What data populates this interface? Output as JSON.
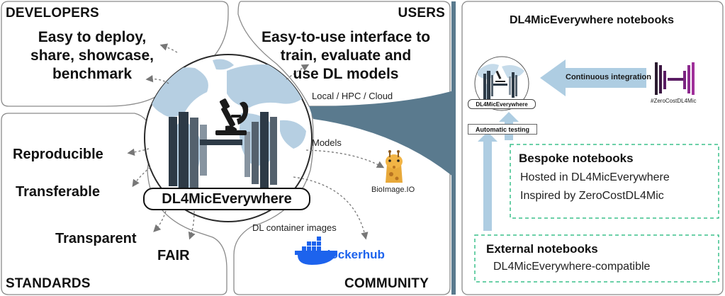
{
  "left_panel": {
    "developers": {
      "heading": "DEVELOPERS",
      "lines": [
        "Easy to deploy,",
        "share, showcase,",
        "benchmark"
      ]
    },
    "users": {
      "heading": "USERS",
      "lines": [
        "Easy-to-use interface to",
        "train, evaluate and",
        "use DL models"
      ],
      "deployment": "Local / HPC / Cloud"
    },
    "standards": {
      "heading": "STANDARDS",
      "items": [
        "Reproducible",
        "Transferable",
        "Transparent",
        "FAIR"
      ]
    },
    "community": {
      "heading": "COMMUNITY",
      "models_label": "Models",
      "bioimage_label": "BioImage.IO",
      "container_label": "DL container images",
      "docker_logo_text": "dockerhub"
    },
    "center_logo": "DL4MicEverywhere"
  },
  "right_panel": {
    "title": "DL4MicEverywhere notebooks",
    "mini_logo": "DL4MicEverywhere",
    "ci_label": "Continuous integration",
    "zerocost_label": "#ZeroCostDL4Mic",
    "testing_label": "Automatic testing",
    "bespoke": {
      "title": "Bespoke notebooks",
      "lines": [
        "Hosted in DL4MicEverywhere",
        "Inspired by ZeroCostDL4Mic"
      ]
    },
    "external": {
      "title": "External notebooks",
      "lines": [
        "DL4MicEverywhere-compatible"
      ]
    }
  },
  "colors": {
    "bar_dark": "#2d3a46",
    "bar_mid": "#54616d",
    "bar_light": "#8794a0",
    "world_map": "#b6cfe2",
    "arrow_blue": "#aecde2",
    "zerocost_purple": "#5a1c63",
    "zerocost_magenta": "#a0309a",
    "dashed_green": "#3cc08c",
    "panel_divider": "#5a7a8e",
    "docker_blue": "#1d63ed"
  },
  "icons": [
    "microscope-icon",
    "giraffe-icon",
    "docker-whale-icon",
    "zerocost-logo-icon",
    "world-map-icon"
  ]
}
